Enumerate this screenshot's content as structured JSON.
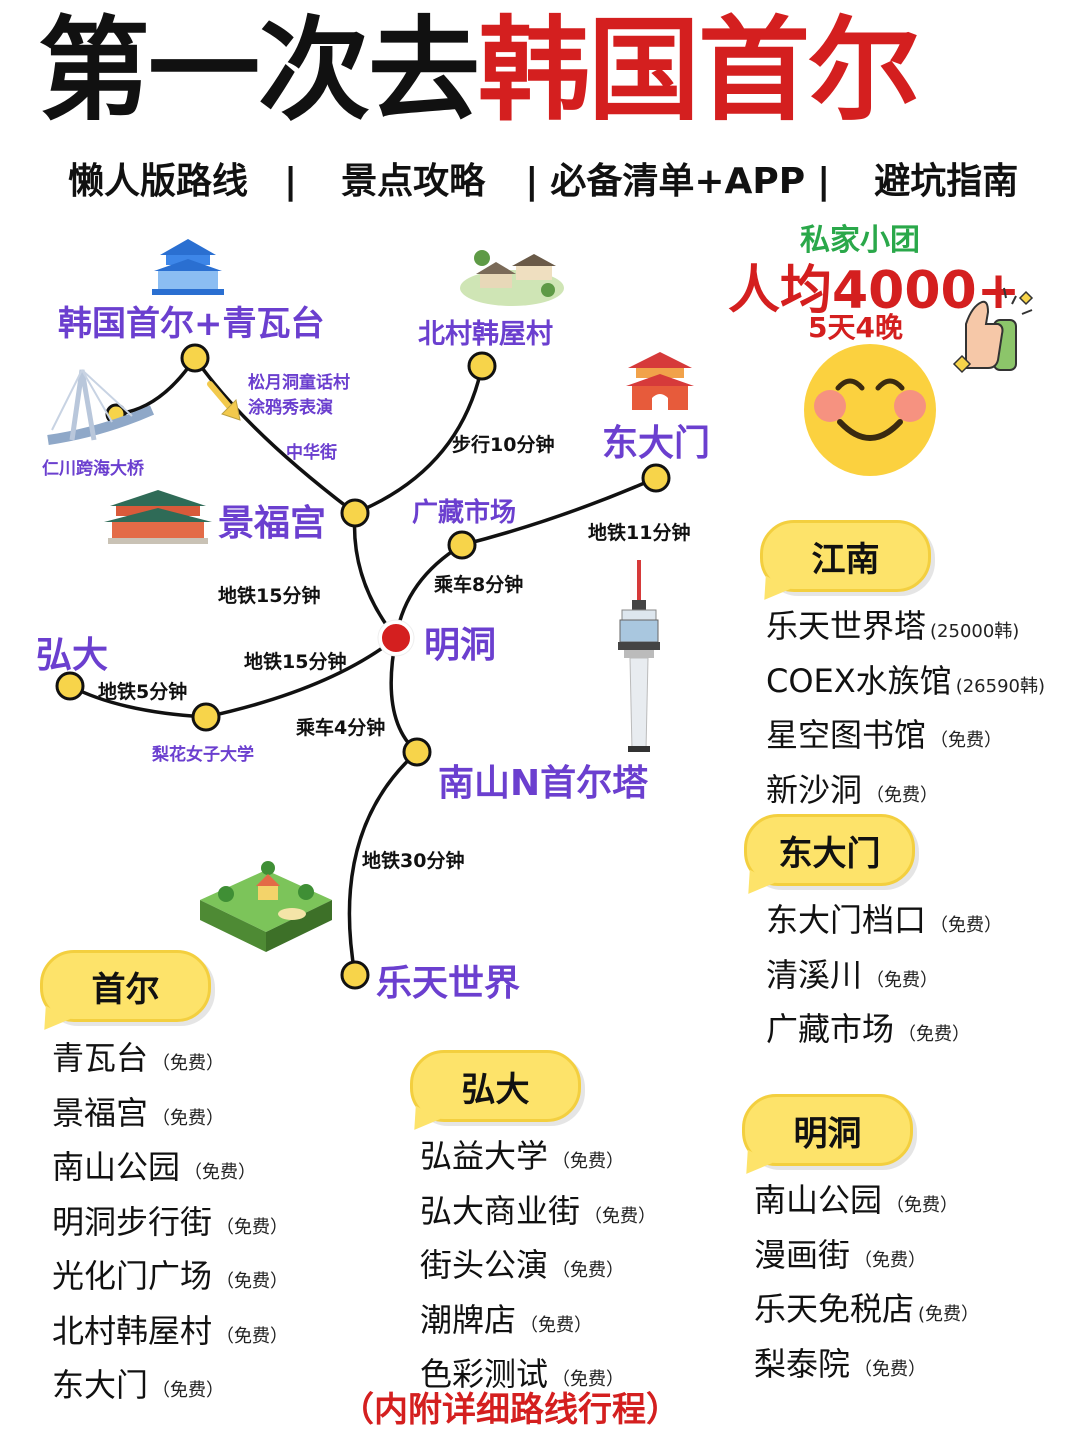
{
  "title": {
    "part1": "第一次去",
    "part2": "韩国首尔"
  },
  "subtitle": {
    "items": [
      "懒人版路线",
      "景点攻略",
      "必备清单+APP",
      "避坑指南"
    ],
    "separator": "|"
  },
  "promo": {
    "tag": "私家小团",
    "price": "人均4000+",
    "days": "5天4晚"
  },
  "map": {
    "places": {
      "seoul_bluehouse": "韩国首尔+青瓦台",
      "bukchon": "北村韩屋村",
      "dongdaemun": "东大门",
      "gyeongbokgung": "景福宫",
      "gwangjang": "广藏市场",
      "myeongdong": "明洞",
      "hongdae": "弘大",
      "namsan": "南山N首尔塔",
      "lotte_world": "乐天世界"
    },
    "small_labels": {
      "songwol": "松月洞童话村",
      "graffiti": "涂鸦秀表演",
      "incheon_bridge": "仁川跨海大桥",
      "chinatown": "中华街",
      "ewha": "梨花女子大学"
    },
    "routes": {
      "walk10": "步行10分钟",
      "subway11": "地铁11分钟",
      "car8": "乘车8分钟",
      "subway15a": "地铁15分钟",
      "subway15b": "地铁15分钟",
      "subway5": "地铁5分钟",
      "car4": "乘车4分钟",
      "subway30": "地铁30分钟"
    }
  },
  "sections": {
    "seoul": {
      "header": "首尔",
      "items": [
        {
          "name": "青瓦台",
          "note": "（免费）"
        },
        {
          "name": "景福宫",
          "note": "（免费）"
        },
        {
          "name": "南山公园",
          "note": "（免费）"
        },
        {
          "name": "明洞步行街",
          "note": "（免费）"
        },
        {
          "name": "光化门广场",
          "note": "（免费）"
        },
        {
          "name": "北村韩屋村",
          "note": "（免费）"
        },
        {
          "name": "东大门",
          "note": "（免费）"
        }
      ]
    },
    "hongdae": {
      "header": "弘大",
      "items": [
        {
          "name": "弘益大学",
          "note": "（免费）"
        },
        {
          "name": "弘大商业街",
          "note": "（免费）"
        },
        {
          "name": "街头公演",
          "note": "（免费）"
        },
        {
          "name": "潮牌店",
          "note": "（免费）"
        },
        {
          "name": "色彩测试",
          "note": "（免费）"
        }
      ]
    },
    "gangnam": {
      "header": "江南",
      "items": [
        {
          "name": "乐天世界塔",
          "note": "(25000韩)"
        },
        {
          "name": "COEX水族馆",
          "note": "(26590韩)"
        },
        {
          "name": "星空图书馆",
          "note": "（免费）"
        },
        {
          "name": "新沙洞",
          "note": "（免费）"
        }
      ]
    },
    "dongdaemun": {
      "header": "东大门",
      "items": [
        {
          "name": "东大门档口",
          "note": "（免费）"
        },
        {
          "name": "清溪川",
          "note": "（免费）"
        },
        {
          "name": "广藏市场",
          "note": "（免费）"
        }
      ]
    },
    "myeongdong": {
      "header": "明洞",
      "items": [
        {
          "name": "南山公园",
          "note": "（免费）"
        },
        {
          "name": "漫画街",
          "note": "（免费）"
        },
        {
          "name": "乐天免税店",
          "note": "(免费）"
        },
        {
          "name": "梨泰院",
          "note": "（免费）"
        }
      ]
    }
  },
  "footer": "（内附详细路线行程）",
  "colors": {
    "red": "#d41f1f",
    "purple": "#6b3fcf",
    "green": "#2aa84a",
    "yellow": "#fde36a",
    "line": "#111111",
    "node": "#f7d44a"
  }
}
